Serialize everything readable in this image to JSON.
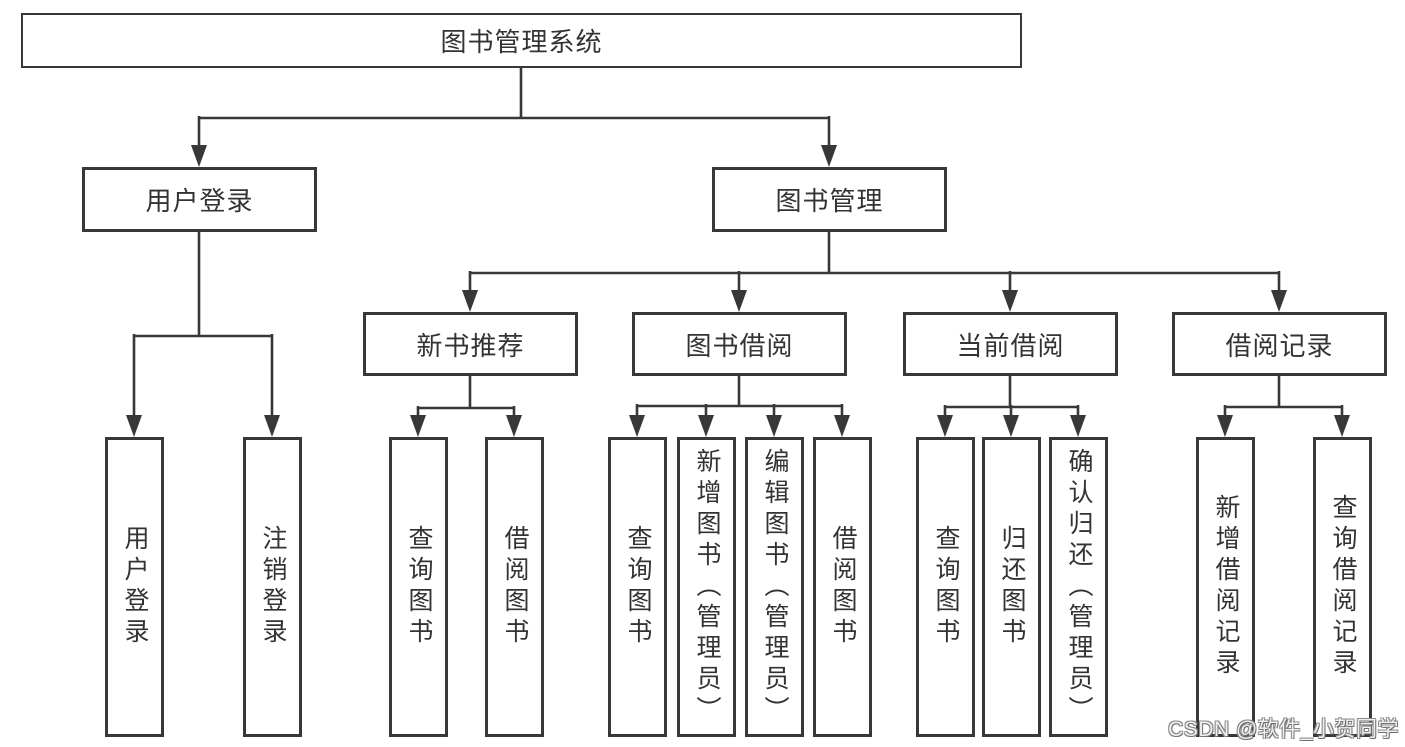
{
  "tree": {
    "root": "图书管理系统",
    "children": [
      {
        "label": "用户登录",
        "children": [
          "用户登录",
          "注销登录"
        ]
      },
      {
        "label": "图书管理",
        "children": [
          {
            "label": "新书推荐",
            "children": [
              "查询图书",
              "借阅图书"
            ]
          },
          {
            "label": "图书借阅",
            "children": [
              "查询图书",
              "新增图书（管理员）",
              "编辑图书（管理员）",
              "借阅图书"
            ]
          },
          {
            "label": "当前借阅",
            "children": [
              "查询图书",
              "归还图书",
              "确认归还（管理员）"
            ]
          },
          {
            "label": "借阅记录",
            "children": [
              "新增借阅记录",
              "查询借阅记录"
            ]
          }
        ]
      }
    ]
  },
  "watermark": {
    "text": "CSDN @软件_小贺同学"
  },
  "colors": {
    "line": "#383838",
    "box_border": "#383838",
    "text": "#333333",
    "background": "#ffffff",
    "watermark_fill": "#f0f0f0",
    "watermark_outline": "#707070"
  }
}
